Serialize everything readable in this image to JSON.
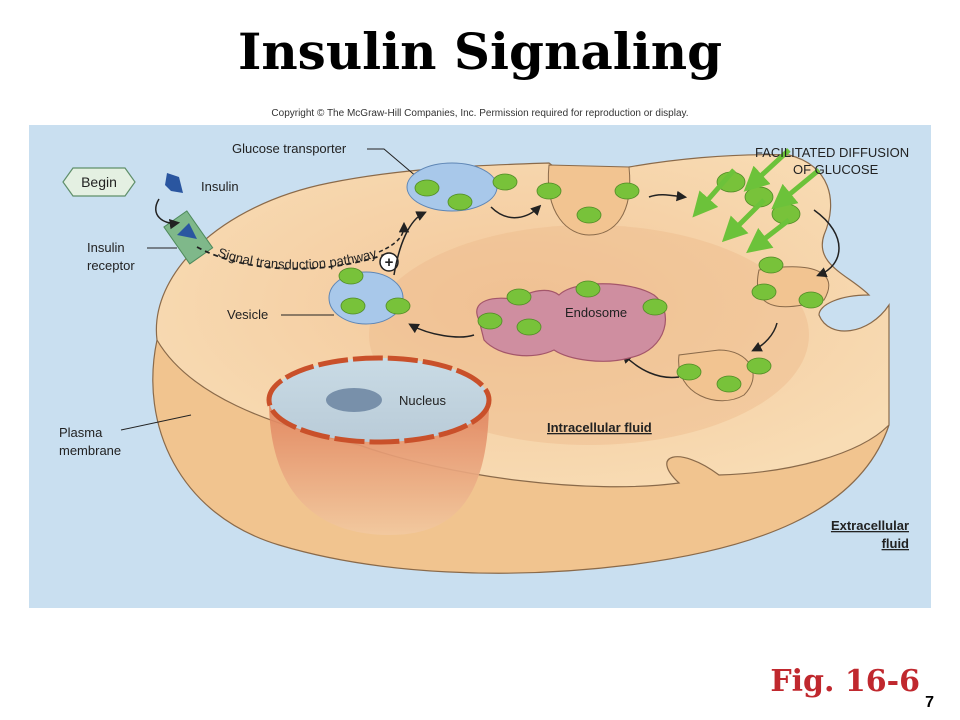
{
  "title": "Insulin Signaling",
  "copyright": "Copyright © The McGraw-Hill Companies, Inc. Permission required for reproduction or display.",
  "figure_ref": "Fig. 16-6",
  "page_number": "7",
  "labels": {
    "begin": "Begin",
    "insulin": "Insulin",
    "insulin_receptor_1": "Insulin",
    "insulin_receptor_2": "receptor",
    "glucose_transporter": "Glucose transporter",
    "signal_pathway": "Signal transduction pathway",
    "plus": "+",
    "vesicle": "Vesicle",
    "endosome": "Endosome",
    "nucleus": "Nucleus",
    "intracellular_fluid": "Intracellular fluid",
    "plasma_membrane_1": "Plasma",
    "plasma_membrane_2": "membrane",
    "extracellular_1": "Extracellular",
    "extracellular_2": "fluid",
    "facilitated_1": "FACILITATED DIFFUSION",
    "facilitated_2": "OF GLUCOSE"
  },
  "colors": {
    "background_fluid": "#c9dff0",
    "cell_body": "#f6d3a6",
    "cell_shadow": "#e9b983",
    "nucleus": "#c9dbe5",
    "nucleolus": "#7890aa",
    "nucleus_rim": "#d9623a",
    "vesicle": "#a8c8ea",
    "endosome": "#cf8ea0",
    "transporter": "#78c23a",
    "receptor": "#7fb88a",
    "insulin": "#2a56a0",
    "figure_ref": "#c0282e"
  }
}
